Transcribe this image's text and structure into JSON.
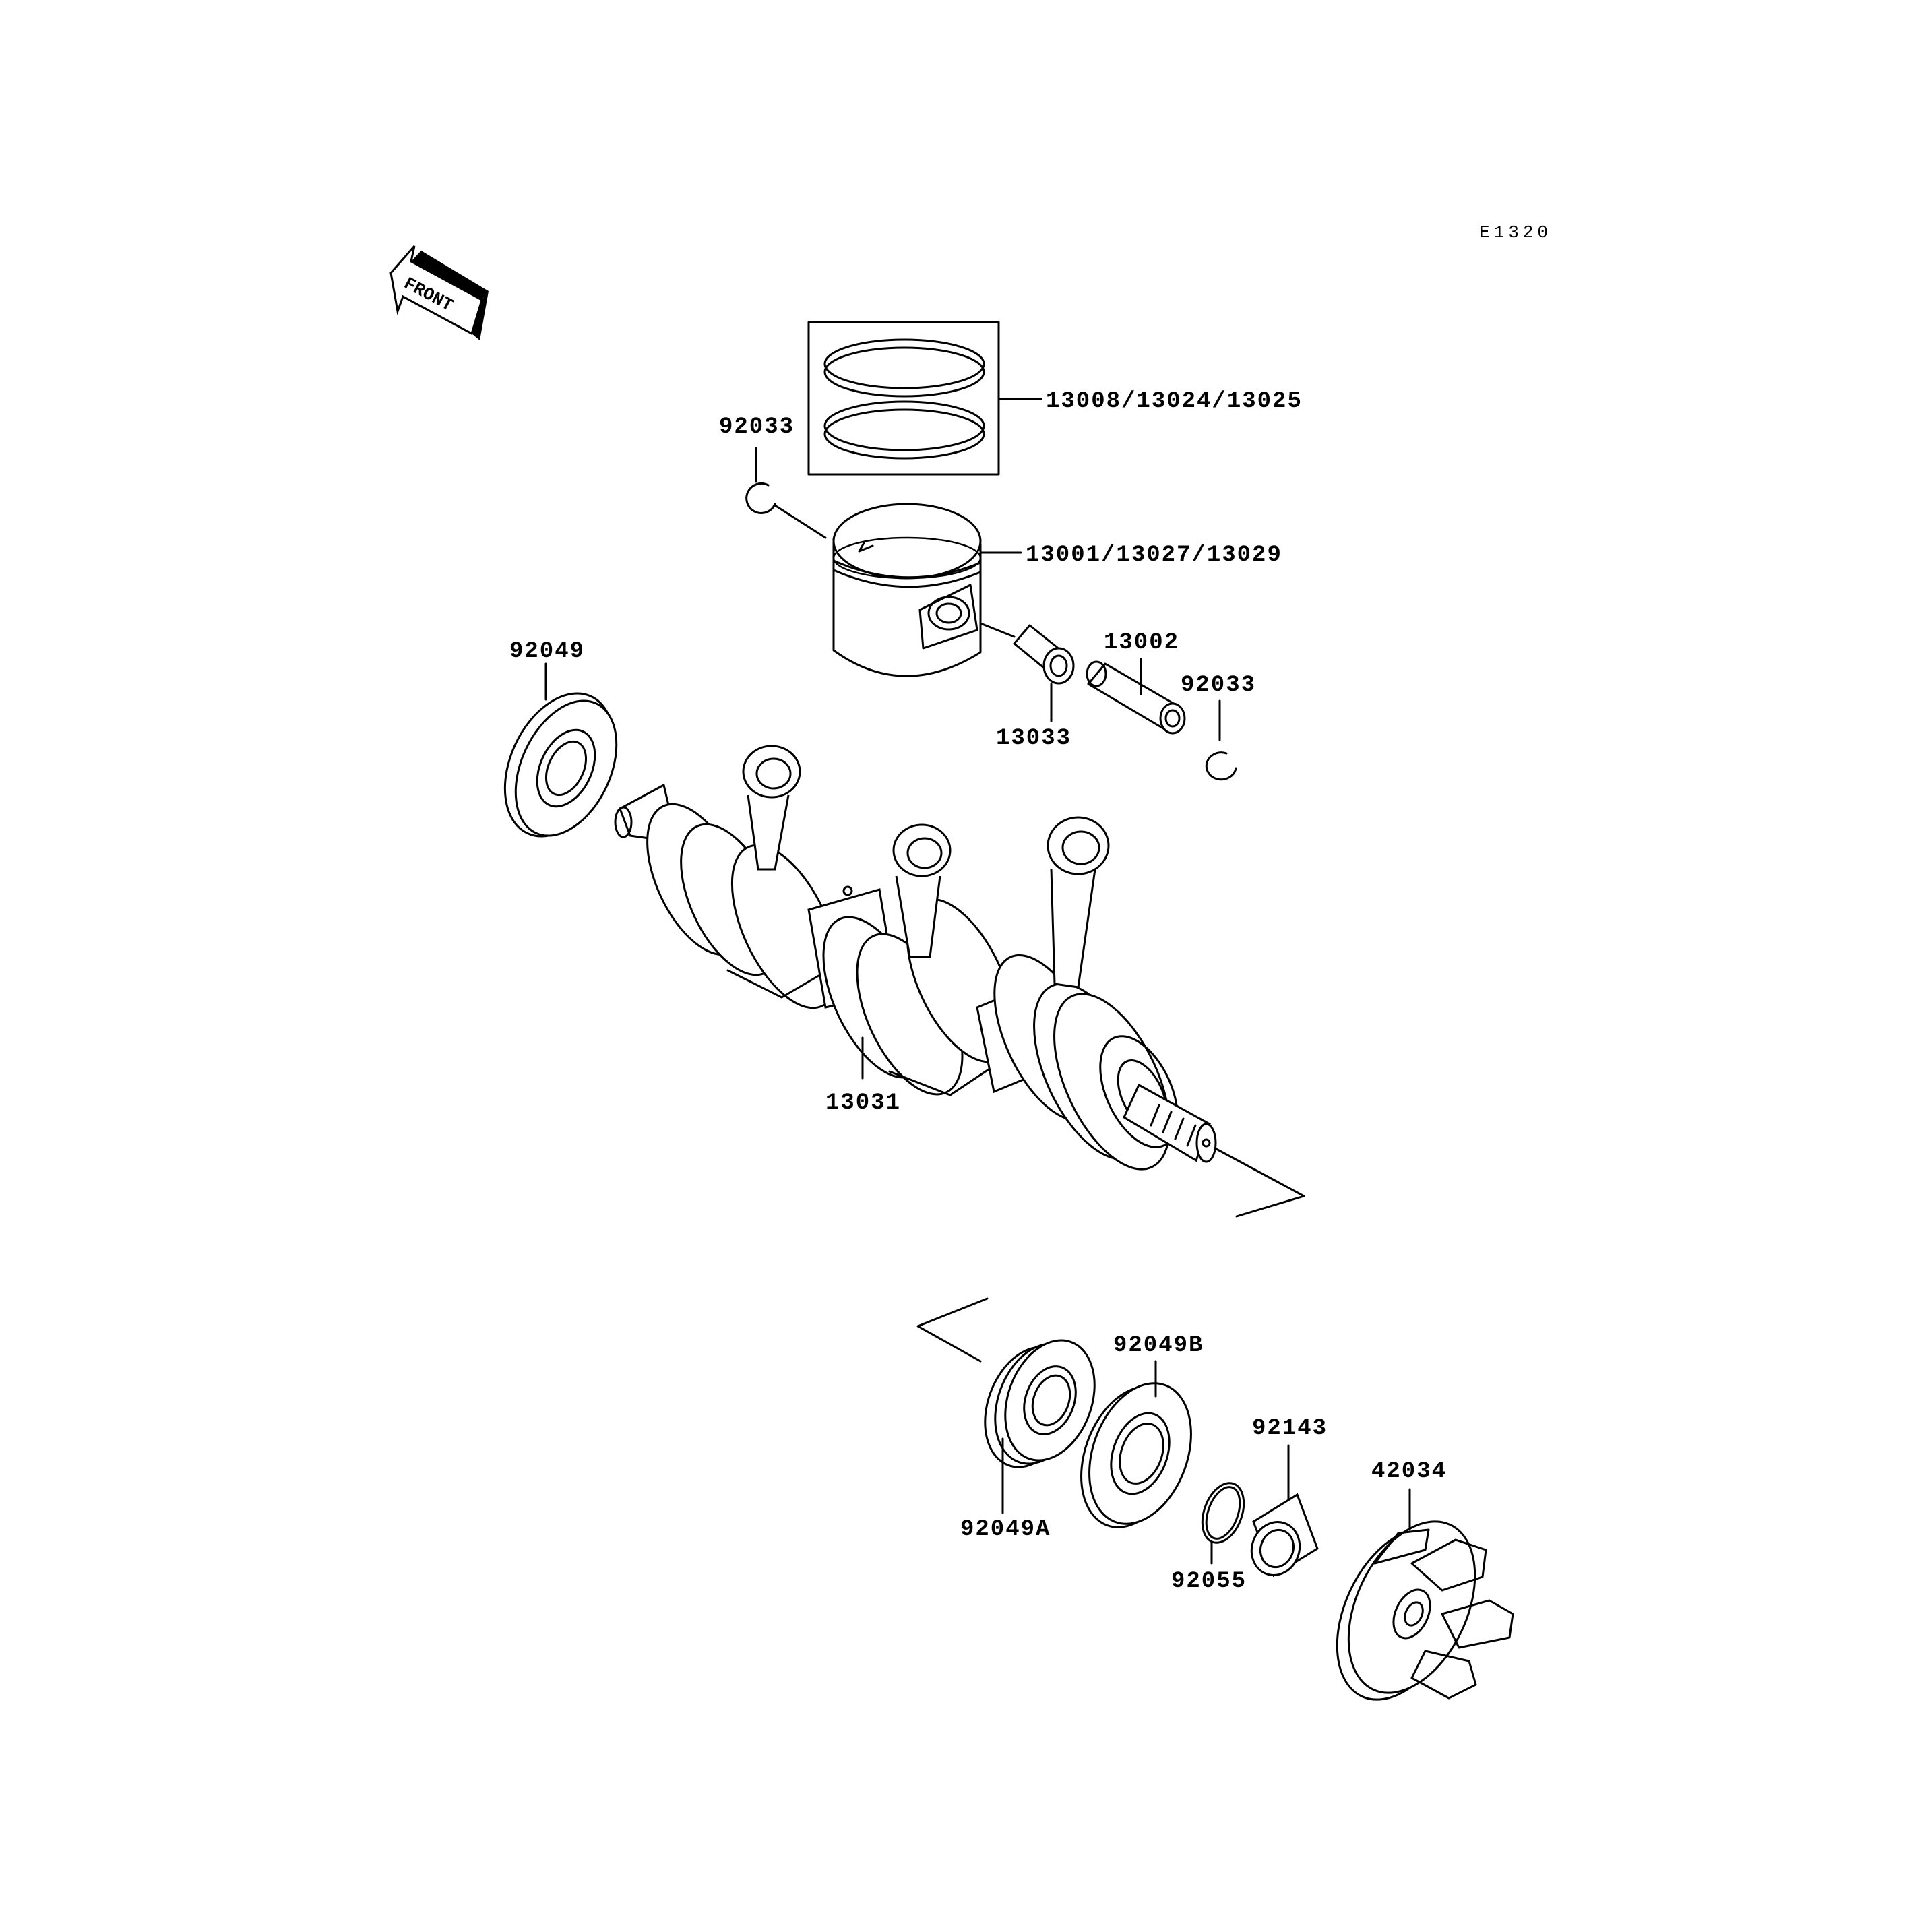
{
  "diagram_code": "E1320",
  "front_label": "FRONT",
  "labels": {
    "rings": "13008/13024/13025",
    "piston": "13001/13027/13029",
    "circlip_left": "92033",
    "circlip_right": "92033",
    "oil_seal": "92049",
    "piston_pin": "13002",
    "needle_bearing": "13033",
    "crankshaft": "13031",
    "bearing_a": "92049A",
    "bearing_b": "92049B",
    "o_ring": "92055",
    "collar": "92143",
    "coupling": "42034"
  }
}
